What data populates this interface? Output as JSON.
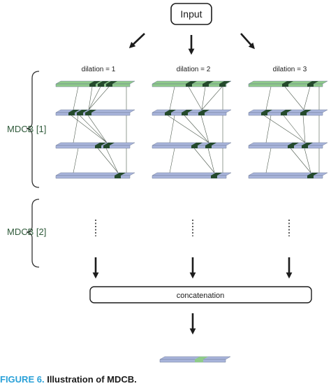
{
  "input_label": "Input",
  "dilations": [
    "dilation = 1",
    "dilation = 2",
    "dilation = 3"
  ],
  "blocks": [
    "MDCB [1]",
    "MDCB [2]"
  ],
  "concat_label": "concatenation",
  "caption": {
    "figure": "FIGURE 6.",
    "text": "Illustration of MDCB."
  },
  "colors": {
    "blue": "#a9b5dc",
    "green": "#8fcb8a",
    "dark": "#244a2c",
    "ink": "#1c1c1c"
  }
}
